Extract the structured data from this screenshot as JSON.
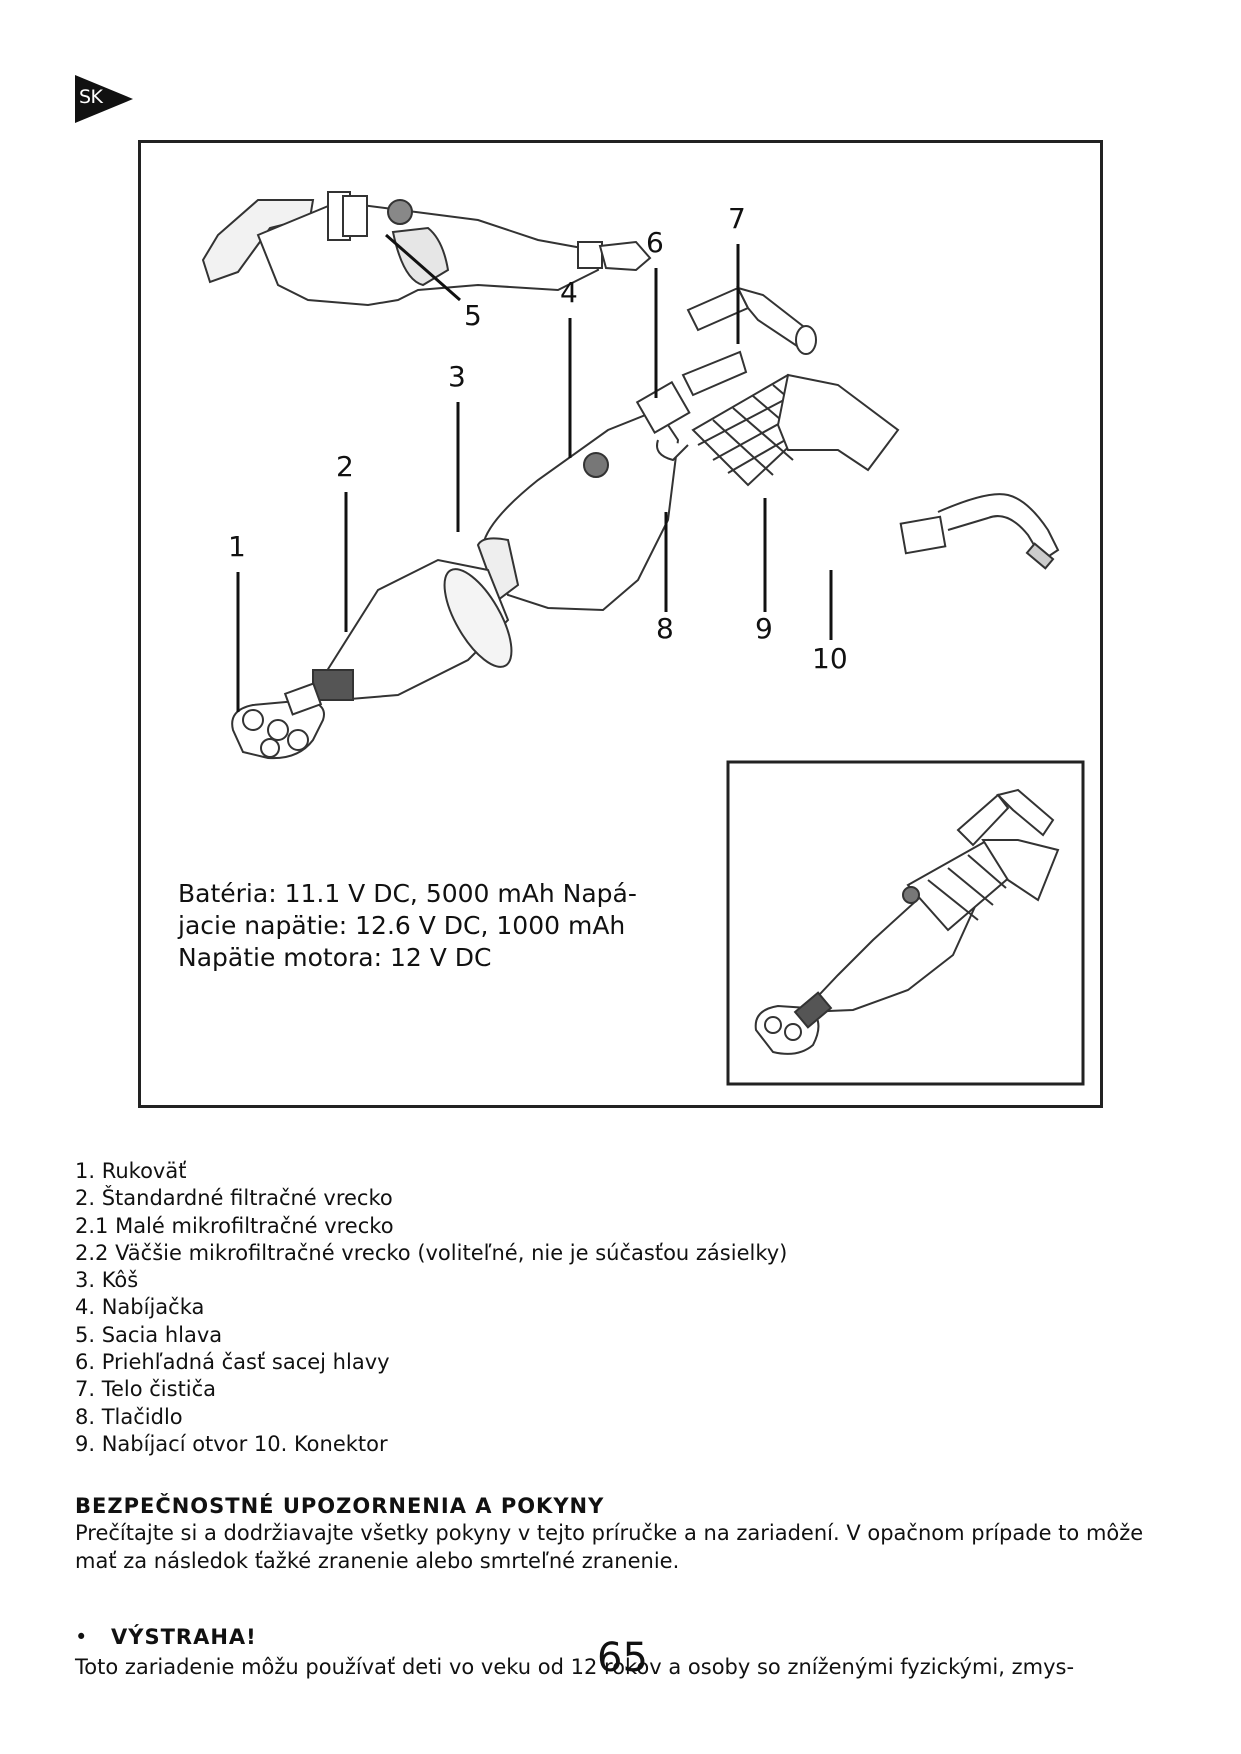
{
  "header": {
    "language": "SK"
  },
  "figure": {
    "callout_labels": [
      "1",
      "2",
      "3",
      "4",
      "5",
      "6",
      "7",
      "8",
      "9",
      "10"
    ],
    "spec_lines": [
      "Batéria: 11.1 V DC, 5000 mAh Napá-",
      "jacie napätie: 12.6 V DC, 1000 mAh",
      "Napätie motora: 12 V DC"
    ]
  },
  "parts": [
    "1. Rukoväť",
    "2. Štandardné filtračné vrecko",
    "2.1 Malé mikrofiltračné vrecko",
    "2.2 Väčšie mikrofiltračné vrecko (voliteľné, nie je súčasťou zásielky)",
    "3. Kôš",
    "4. Nabíjačka",
    "5. Sacia hlava",
    "6. Priehľadná časť sacej hlavy",
    "7. Telo čističa",
    "8. Tlačidlo",
    "9. Nabíjací otvor 10. Konektor"
  ],
  "safety": {
    "heading": "Bezpečnostné upozornenia a pokyny",
    "body": "Prečítajte si a dodržiavajte všetky pokyny v tejto príručke a na zariadení. V opačnom prípade to môže mať za následok ťažké zranenie alebo smrteľné zranenie."
  },
  "warning": {
    "bullet": "•",
    "title": "VÝSTRAHA!",
    "body": "Toto zariadenie môžu používať deti vo veku od 12 rokov a osoby so zníženými fyzickými, zmys-"
  },
  "page_number": "65"
}
